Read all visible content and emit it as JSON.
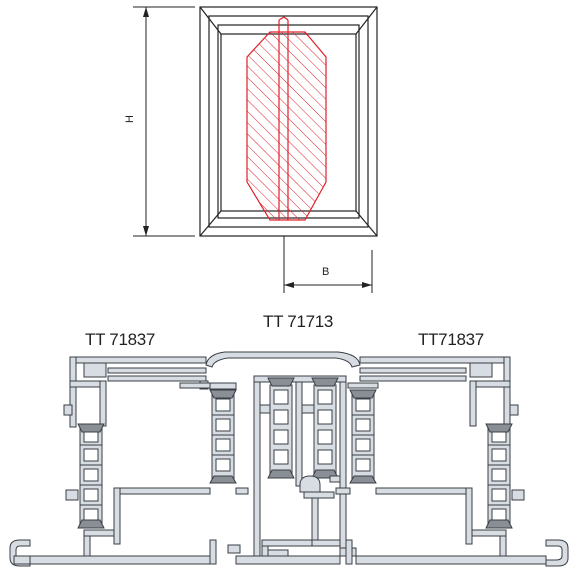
{
  "dimensions": {
    "height_label": "H",
    "width_label": "B"
  },
  "profiles": {
    "left": "TT 71837",
    "center": "TT 71713",
    "right": "TT71837"
  },
  "colors": {
    "hatch": "#e0202a",
    "profile_fill": "#d8dde3",
    "profile_stroke": "#3a3f45",
    "gasket": "#8a8f95",
    "frame": "#222222"
  }
}
